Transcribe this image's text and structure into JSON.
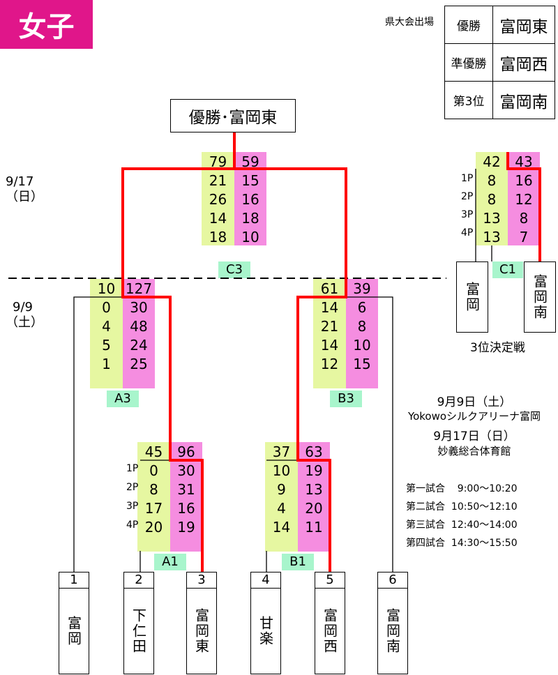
{
  "title": "女子",
  "results": {
    "label": "県大会出場",
    "rows": [
      {
        "rank": "優勝",
        "team": "富岡東"
      },
      {
        "rank": "準優勝",
        "team": "富岡西"
      },
      {
        "rank": "第3位",
        "team": "富岡南"
      }
    ]
  },
  "champion": "優勝･富岡東",
  "dates": {
    "d917": "9/17",
    "d917_day": "（日）",
    "d99": "9/9",
    "d99_day": "（土）"
  },
  "periods": [
    "1P",
    "2P",
    "3P",
    "4P"
  ],
  "games": {
    "C3": {
      "label": "C3",
      "left_total": "79",
      "right_total": "59",
      "left_q": [
        "21",
        "26",
        "14",
        "18"
      ],
      "right_q": [
        "15",
        "16",
        "18",
        "10"
      ]
    },
    "C1": {
      "label": "C1",
      "left_total": "42",
      "right_total": "43",
      "left_q": [
        "8",
        "8",
        "13",
        "13"
      ],
      "right_q": [
        "16",
        "12",
        "8",
        "7"
      ]
    },
    "A3": {
      "label": "A3",
      "left_total": "10",
      "right_total": "127",
      "left_q": [
        "0",
        "4",
        "5",
        "1"
      ],
      "right_q": [
        "30",
        "48",
        "24",
        "25"
      ]
    },
    "B3": {
      "label": "B3",
      "left_total": "61",
      "right_total": "39",
      "left_q": [
        "14",
        "21",
        "14",
        "12"
      ],
      "right_q": [
        "6",
        "8",
        "10",
        "15"
      ]
    },
    "A1": {
      "label": "A1",
      "left_total": "45",
      "right_total": "96",
      "left_q": [
        "0",
        "8",
        "17",
        "20"
      ],
      "right_q": [
        "30",
        "31",
        "16",
        "19"
      ]
    },
    "B1": {
      "label": "B1",
      "left_total": "37",
      "right_total": "63",
      "left_q": [
        "10",
        "9",
        "4",
        "14"
      ],
      "right_q": [
        "19",
        "13",
        "20",
        "11"
      ]
    }
  },
  "third_place": {
    "caption": "3位決定戦",
    "left_team": "富岡",
    "right_team": "富岡南"
  },
  "teams": [
    {
      "num": "1",
      "name": "富岡"
    },
    {
      "num": "2",
      "name": "下仁田"
    },
    {
      "num": "3",
      "name": "富岡東"
    },
    {
      "num": "4",
      "name": "甘楽"
    },
    {
      "num": "5",
      "name": "富岡西"
    },
    {
      "num": "6",
      "name": "富岡南"
    }
  ],
  "venue": {
    "date1": "9月9日（土）",
    "place1": "Yokowoシルクアリーナ富岡",
    "date2": "9月17日（日）",
    "place2": "妙義総合体育館"
  },
  "schedule": [
    {
      "name": "第一試合",
      "time": "  9:00～10:20"
    },
    {
      "name": "第二試合",
      "time": "10:50～12:10"
    },
    {
      "name": "第三試合",
      "time": "12:40～14:00"
    },
    {
      "name": "第四試合",
      "time": "14:30～15:50"
    }
  ],
  "colors": {
    "winner_line": "#ff0000",
    "left_score_bg": "#e6f7a1",
    "right_score_bg": "#f58de0",
    "game_label_bg": "#a8f5cc",
    "title_bg": "#e0168a"
  }
}
